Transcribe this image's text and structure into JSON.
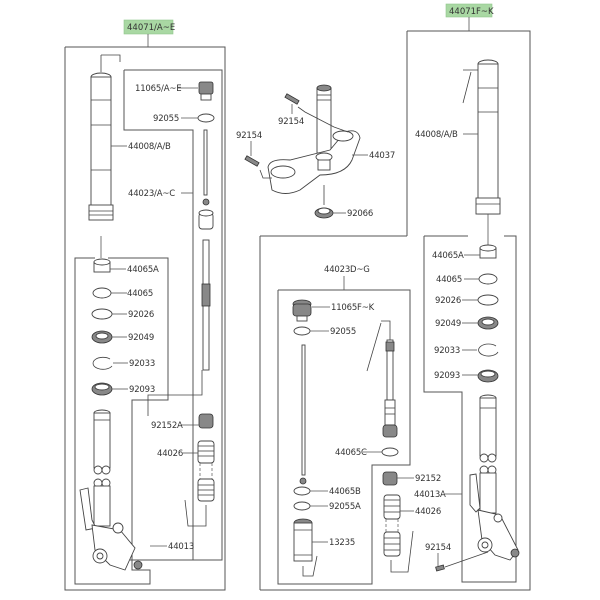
{
  "diagram": {
    "title": "Front fork exploded parts diagram",
    "accent_color": "#a9d8a3",
    "assemblies": [
      {
        "id": "left-fork",
        "tag": "44071/A~E",
        "parts": {
          "p11065": "11065/A~E",
          "p92055": "92055",
          "p44008": "44008/A/B",
          "p44023": "44023/A~C",
          "p44065A": "44065A",
          "p44065": "44065",
          "p92026": "92026",
          "p92049": "92049",
          "p92033": "92033",
          "p92093": "92093",
          "p92152A": "92152A",
          "p44026": "44026",
          "p44013": "44013"
        }
      },
      {
        "id": "steering-stem",
        "parts": {
          "p92154a": "92154",
          "p92154b": "92154",
          "p44037": "44037",
          "p92066": "92066"
        }
      },
      {
        "id": "right-fork",
        "tag": "44071F~K",
        "parts": {
          "p44008": "44008/A/B",
          "p44065A": "44065A",
          "p44065": "44065",
          "p92026": "92026",
          "p92049": "92049",
          "p92033": "92033",
          "p92093": "92093",
          "p44013A": "44013A",
          "p92154": "92154"
        }
      },
      {
        "id": "cartridge",
        "tag": "44023D~G",
        "parts": {
          "p11065": "11065F~K",
          "p92055": "92055",
          "p44065C": "44065C",
          "p92152": "92152",
          "p44026": "44026",
          "p44065B": "44065B",
          "p92055A": "92055A",
          "p13235": "13235"
        }
      }
    ]
  }
}
